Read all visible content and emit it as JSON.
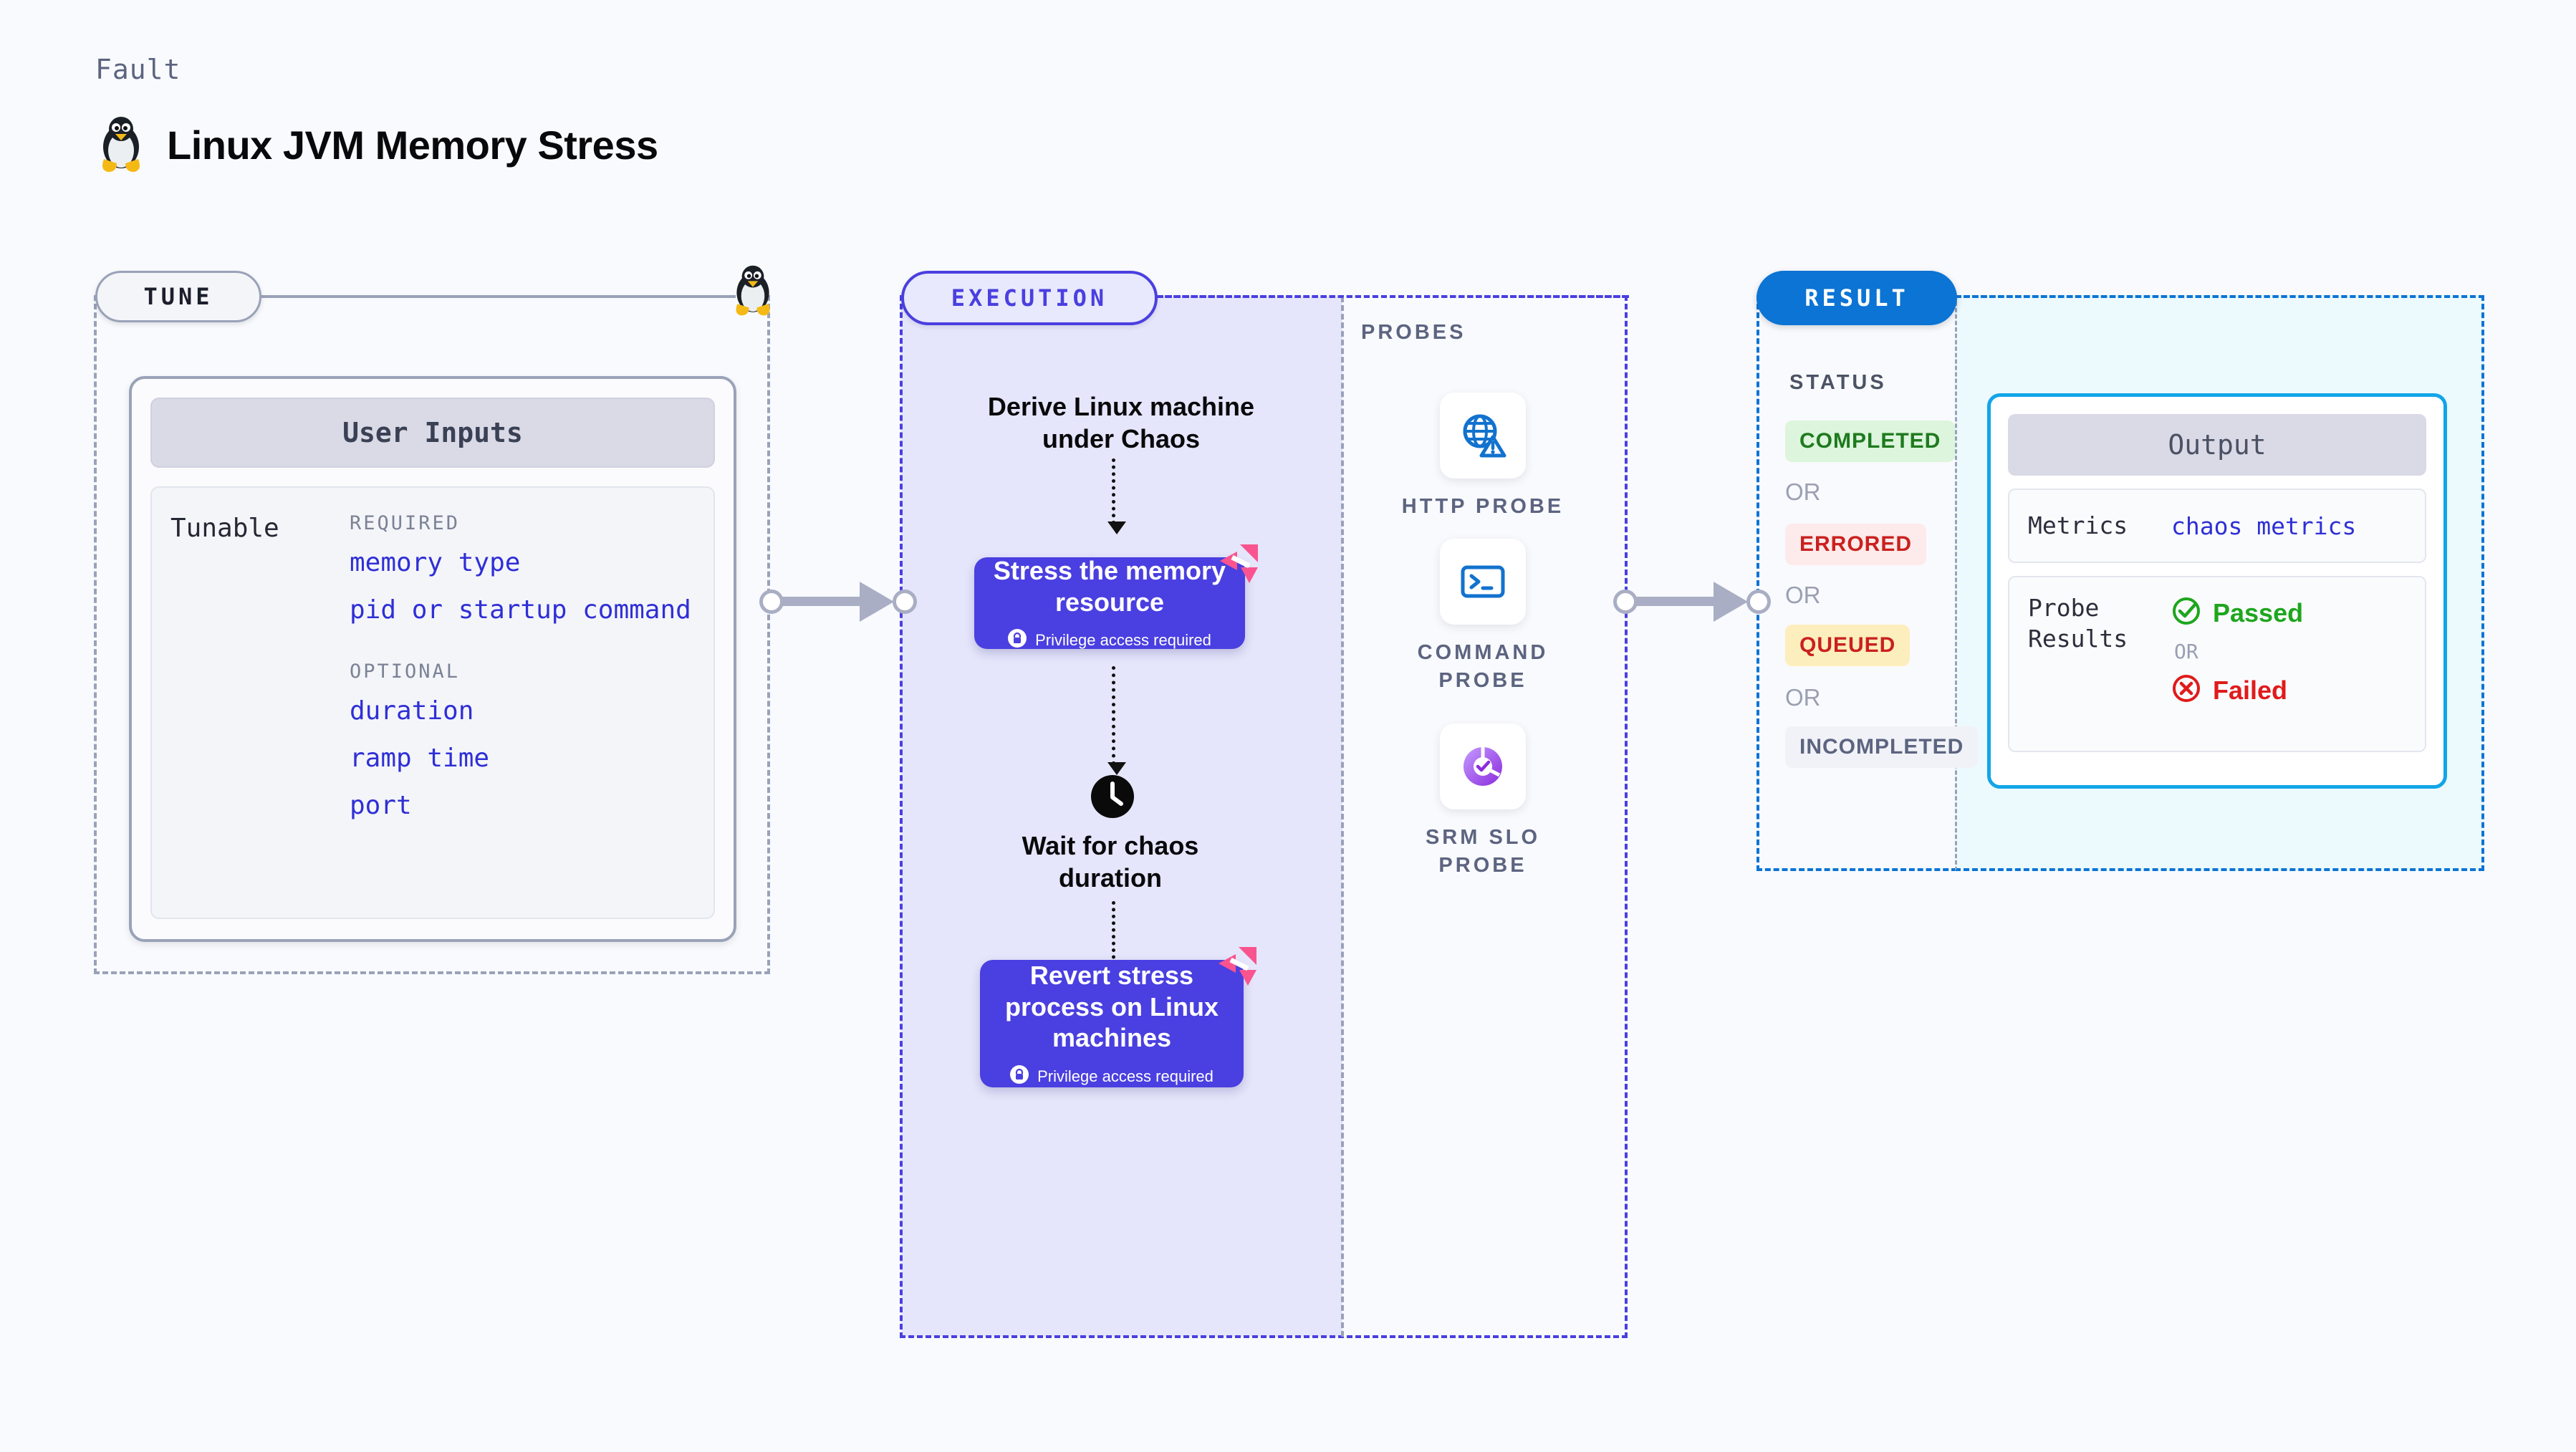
{
  "header": {
    "eyebrow": "Fault",
    "title": "Linux JVM Memory Stress",
    "icon": "linux-penguin-icon"
  },
  "stages": {
    "tune": {
      "chip_label": "TUNE"
    },
    "execution": {
      "chip_label": "EXECUTION"
    },
    "result": {
      "chip_label": "RESULT"
    }
  },
  "tune": {
    "card_header": "User Inputs",
    "row_label": "Tunable",
    "groups": [
      {
        "title": "REQUIRED",
        "items": [
          "memory type",
          "pid or startup command"
        ]
      },
      {
        "title": "OPTIONAL",
        "items": [
          "duration",
          "ramp time",
          "port"
        ]
      }
    ]
  },
  "execution": {
    "steps": [
      {
        "type": "text",
        "label": "Derive Linux machine under Chaos"
      },
      {
        "type": "box",
        "label": "Stress the memory resource",
        "privilege": "Privilege access required",
        "badge": "harness-logo-icon"
      },
      {
        "type": "wait",
        "label": "Wait for chaos duration",
        "icon": "clock-icon"
      },
      {
        "type": "box",
        "label": "Revert stress process on Linux machines",
        "privilege": "Privilege access required",
        "badge": "harness-logo-icon"
      }
    ]
  },
  "probes": {
    "title": "PROBES",
    "items": [
      {
        "name": "HTTP PROBE",
        "icon": "globe-warning-icon"
      },
      {
        "name": "COMMAND PROBE",
        "icon": "terminal-icon"
      },
      {
        "name": "SRM SLO PROBE",
        "icon": "slo-donut-check-icon"
      }
    ]
  },
  "result": {
    "status_title": "STATUS",
    "or_label": "OR",
    "statuses": [
      {
        "label": "COMPLETED",
        "bg": "#dcf5dc",
        "fg": "#1e7a1e"
      },
      {
        "label": "ERRORED",
        "bg": "#fdeaea",
        "fg": "#c9211e"
      },
      {
        "label": "QUEUED",
        "bg": "#fdeebe",
        "fg": "#c9211e"
      },
      {
        "label": "INCOMPLETED",
        "bg": "#f1f2f7",
        "fg": "#5c6480"
      }
    ],
    "output": {
      "header": "Output",
      "metrics_key": "Metrics",
      "metrics_value": "chaos metrics",
      "probe_results_key": "Probe Results",
      "passed_label": "Passed",
      "failed_label": "Failed",
      "or_label": "OR",
      "passed_icon": "check-circle-icon",
      "failed_icon": "x-circle-icon"
    }
  },
  "connectors": {
    "tune_to_execution": "arrow-right",
    "probes_to_result": "arrow-right"
  },
  "colors": {
    "accent_purple": "#4a3fe0",
    "accent_blue": "#0b74d4",
    "accent_cyan": "#12a5e8",
    "pink_badge": "#f9548f",
    "grey_dash": "#9aa2b8",
    "link": "#2f2fd6",
    "page_bg": "#f9fafd"
  }
}
